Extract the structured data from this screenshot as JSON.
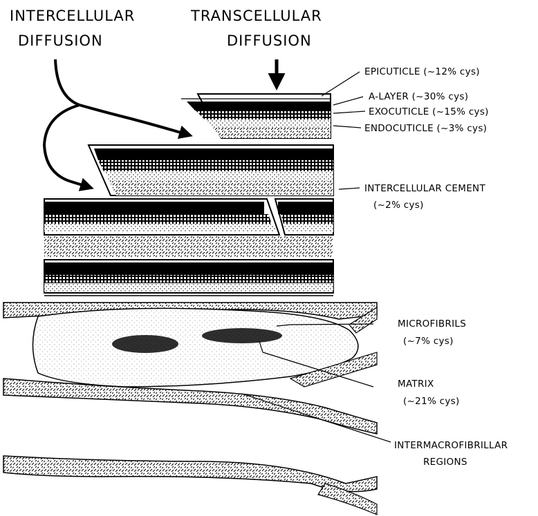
{
  "headings": {
    "intercellular": [
      "INTERCELLULAR",
      "DIFFUSION"
    ],
    "transcellular": [
      "TRANSCELLULAR",
      "DIFFUSION"
    ]
  },
  "labels": {
    "epicuticle": "EPICUTICLE (~12% cys)",
    "a_layer": "A-LAYER (~30% cys)",
    "exocuticle": "EXOCUTICLE (~15% cys)",
    "endocuticle": "ENDOCUTICLE (~3% cys)",
    "intercellular_cement": [
      "INTERCELLULAR CEMENT",
      "(~2% cys)"
    ],
    "microfibrils": [
      "MICROFIBRILS",
      "(~7% cys)"
    ],
    "matrix": [
      "MATRIX",
      "(~21% cys)"
    ],
    "intermacrofibrillar": [
      "INTERMACROFIBRILLAR",
      "REGIONS"
    ]
  }
}
